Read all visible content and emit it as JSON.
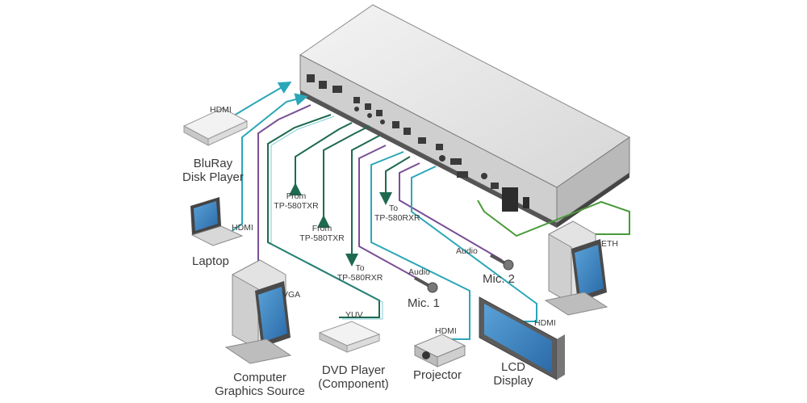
{
  "colors": {
    "hdmi": "#2aa7b8",
    "vga": "#7a4f97",
    "tp": "#1e6a4f",
    "eth": "#4a9a3a",
    "device_light": "#e8e8e8",
    "device_dark": "#5c5c5c"
  },
  "devices": {
    "bluray": {
      "line1": "BluRay",
      "line2": "Disk Player"
    },
    "laptop": {
      "label": "Laptop"
    },
    "computer": {
      "line1": "Computer",
      "line2": "Graphics Source"
    },
    "dvd": {
      "line1": "DVD Player",
      "line2": "(Component)"
    },
    "projector": {
      "label": "Projector"
    },
    "lcd": {
      "line1": "LCD",
      "line2": "Display"
    },
    "mic1": {
      "label": "Mic. 1"
    },
    "mic2": {
      "label": "Mic. 2"
    }
  },
  "connections": {
    "bluray_hdmi": "HDMI",
    "laptop_hdmi": "HDMI",
    "computer_vga": "VGA",
    "dvd_yuv": "YUV",
    "from_tx1": {
      "line1": "From",
      "line2": "TP-580TXR"
    },
    "from_tx2": {
      "line1": "From",
      "line2": "TP-580TXR"
    },
    "to_rx1": {
      "line1": "To",
      "line2": "TP-580RXR"
    },
    "to_rx2": {
      "line1": "To",
      "line2": "TP-580RXR"
    },
    "mic1_audio": "Audio",
    "mic2_audio": "Audio",
    "projector_hdmi": "HDMI",
    "lcd_hdmi": "HDMI",
    "pc_eth": "ETH"
  }
}
